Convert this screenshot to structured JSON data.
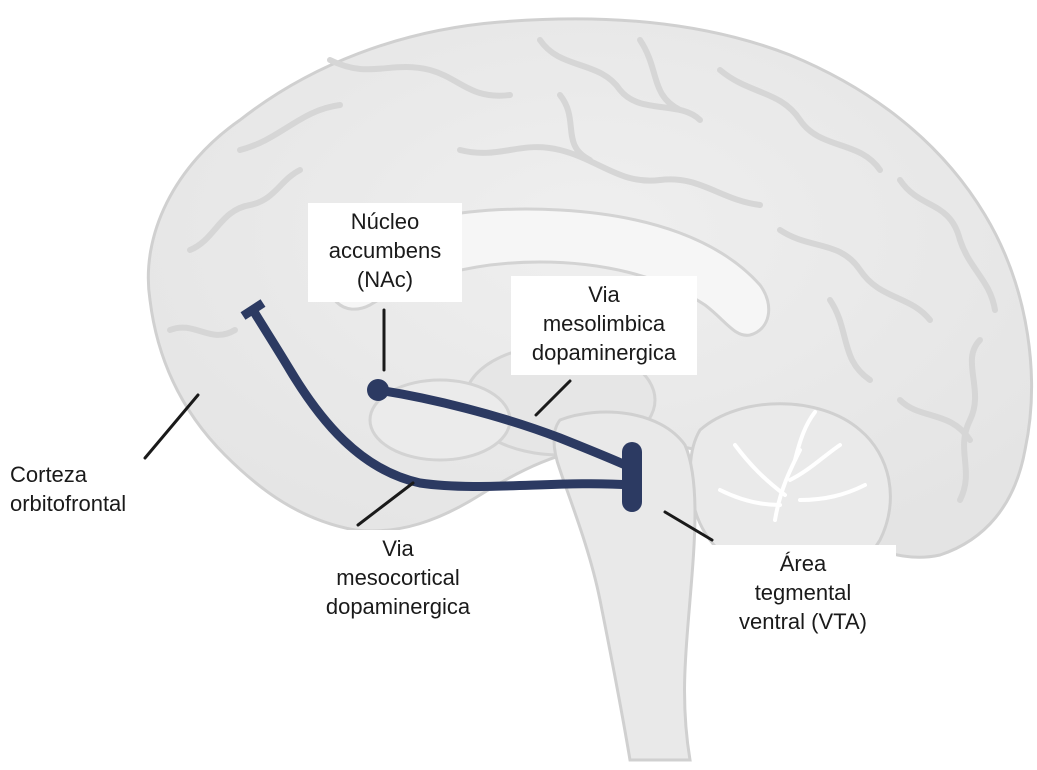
{
  "labels": {
    "nac": [
      "Núcleo",
      "accumbens",
      "(NAc)"
    ],
    "mesolimbic": [
      "Via",
      "mesolimbica",
      "dopaminergica"
    ],
    "orbitofrontal": [
      "Corteza",
      "orbitofrontal"
    ],
    "mesocortical": [
      "Via",
      "mesocortical",
      "dopaminergica"
    ],
    "vta": [
      "Área",
      "tegmental",
      "ventral (VTA)"
    ]
  },
  "colors": {
    "brain_fill": "#ececec",
    "brain_stroke": "#d3d3d3",
    "pathway": "#2c3a62",
    "leader_line": "#1a1a1a"
  }
}
